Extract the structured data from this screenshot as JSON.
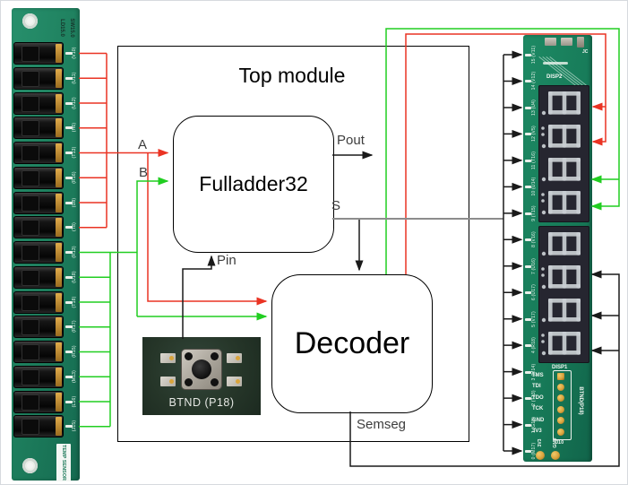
{
  "diagram": {
    "top_module": "Top module",
    "fulladder": "Fulladder32",
    "decoder": "Decoder",
    "port_a": "A",
    "port_b": "B",
    "port_pin": "Pin",
    "port_pout": "Pout",
    "port_s": "S",
    "port_semseg": "Semseg"
  },
  "left_board": {
    "header_line1": "LD15.0",
    "header_line2": "SW15.0",
    "temp_sensor": "TEMP SENSOR",
    "switch_pins": [
      "(V10)",
      "(U11)",
      "(U12)",
      "(H6)",
      "(T13)",
      "(R16)",
      "(U8)",
      "(T8)",
      "(R13)",
      "(U18)",
      "(T18)",
      "(R17)",
      "(R15)",
      "(M13)",
      "(L16)",
      "(J15)"
    ]
  },
  "right_board": {
    "top_silk": "JC",
    "disp2": "DISP2",
    "disp1": "DISP1",
    "pins": [
      "15 (V11)",
      "14 (V12)",
      "13 (U4)",
      "12 (V5)",
      "11 (T16)",
      "10 (U14)",
      "9 (T15)",
      "8 (V16)",
      "7 (U16)",
      "6 (U17)",
      "5 (V17)",
      "4 (R18)",
      "3 (M14)",
      "2 (T13)",
      "1 (G15)",
      "0 (M17)"
    ],
    "jtag_labels": [
      "TMS",
      "TDI",
      "TDO",
      "TCK",
      "GND",
      "3V3"
    ],
    "jtag_name": "J10",
    "side_button_label": "BTND(P18)",
    "pad_labels": [
      "3V3",
      "GND"
    ]
  },
  "button_photo": {
    "label": "BTND (P18)"
  },
  "colors": {
    "wire_red": "#ea3323",
    "wire_green": "#21ce21",
    "wire_black": "#1a1a1a",
    "wire_gray": "#8c8c8c",
    "segment": "#c9ced3"
  }
}
